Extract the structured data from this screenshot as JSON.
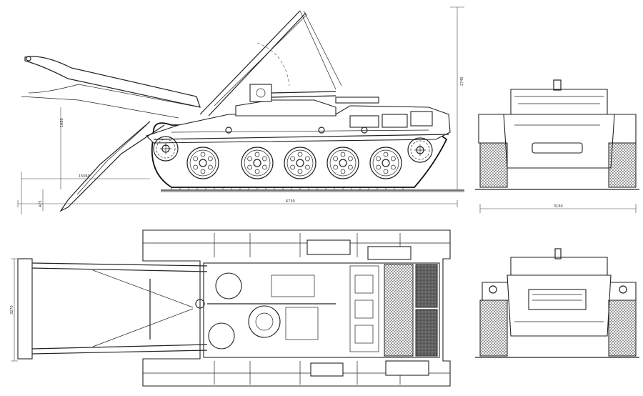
{
  "drawing": {
    "dimension_labels": {
      "overall_length": "6730",
      "side_height": "2745",
      "boom_reach": "15060",
      "hull_height": "1680",
      "ground_clearance": "425",
      "front_width": "3160",
      "top_width": "3270"
    },
    "views": [
      "side-view",
      "front-view",
      "top-view",
      "rear-view"
    ]
  }
}
